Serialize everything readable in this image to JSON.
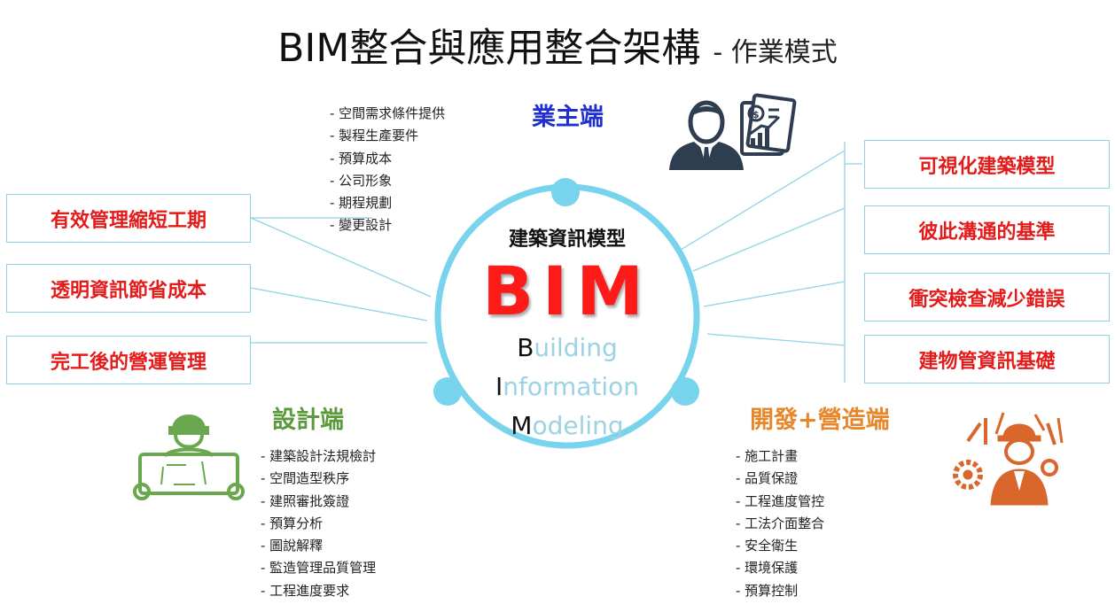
{
  "title": {
    "main": "BIM整合與應用整合架構",
    "sub": "- 作業模式"
  },
  "center": {
    "subtitle": "建築資訊模型",
    "acronym": "BIM",
    "words": [
      {
        "initial": "B",
        "rest": "uilding"
      },
      {
        "initial": "I",
        "rest": "nformation"
      },
      {
        "initial": "M",
        "rest": "odeling"
      }
    ]
  },
  "owner": {
    "label": "業主端",
    "color": "#1f2fd0",
    "icon": "businessman-report-icon",
    "items": [
      "- 空間需求條件提供",
      "- 製程生產要件",
      "- 預算成本",
      "- 公司形象",
      "- 期程規劃",
      "- 變更設計"
    ]
  },
  "design": {
    "label": "設計端",
    "color": "#5a9a3a",
    "icon": "architect-blueprint-icon",
    "items": [
      "- 建築設計法規檢討",
      "- 空間造型秩序",
      "- 建照審批簽證",
      "- 預算分析",
      "- 圖說解釋",
      "- 監造管理品質管理",
      "- 工程進度要求"
    ]
  },
  "construction": {
    "label": "開發+營造端",
    "color": "#e8862a",
    "icon": "construction-worker-tools-icon",
    "items": [
      "- 施工計畫",
      "- 品質保證",
      "- 工程進度管控",
      "- 工法介面整合",
      "- 安全衛生",
      "- 環境保護",
      "- 預算控制"
    ]
  },
  "left_boxes": [
    "有效管理縮短工期",
    "透明資訊節省成本",
    "完工後的營運管理"
  ],
  "right_boxes": [
    "可視化建築模型",
    "彼此溝通的基準",
    "衝突檢查減少錯誤",
    "建物管資訊基礎"
  ],
  "colors": {
    "ring": "#78d4ec",
    "connector": "#8fd3e4",
    "box_text": "#e31b1b",
    "bim_red": "#ff1a1a",
    "acronym_rest": "#9cd2e4"
  }
}
